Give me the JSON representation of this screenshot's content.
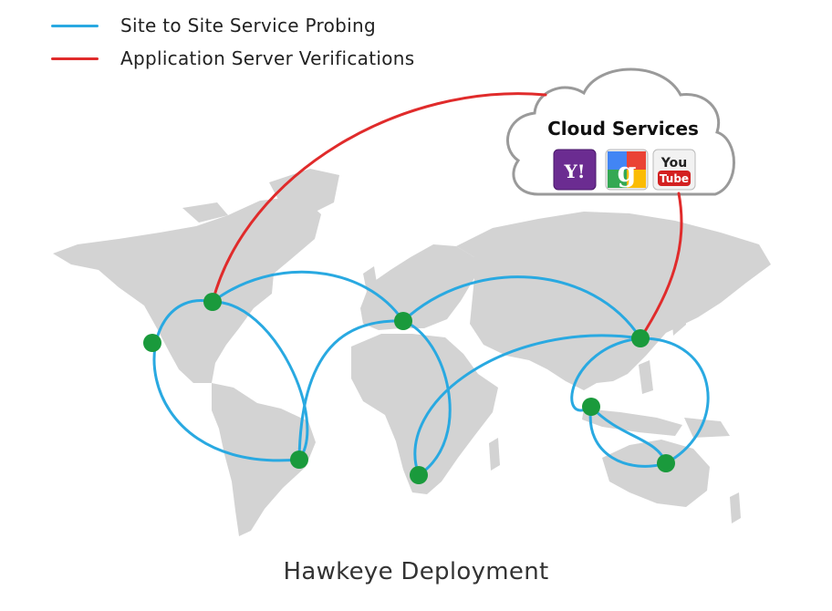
{
  "legend": {
    "items": [
      {
        "label": "Site to Site Service Probing",
        "color": "#29a9e1"
      },
      {
        "label": "Application Server Verifications",
        "color": "#e02b2b"
      }
    ]
  },
  "cloud": {
    "title": "Cloud Services",
    "logos": [
      {
        "name": "yahoo-logo",
        "text": "Y!"
      },
      {
        "name": "google-logo",
        "text": "g"
      },
      {
        "name": "youtube-logo",
        "text_top": "You",
        "text_bottom": "Tube"
      }
    ]
  },
  "colors": {
    "map_land": "#d3d3d3",
    "node": "#1a9a3c",
    "probe_line": "#29a9e1",
    "verify_line": "#e02b2b",
    "cloud_stroke": "#9a9a9a"
  },
  "caption": "Hawkeye Deployment"
}
